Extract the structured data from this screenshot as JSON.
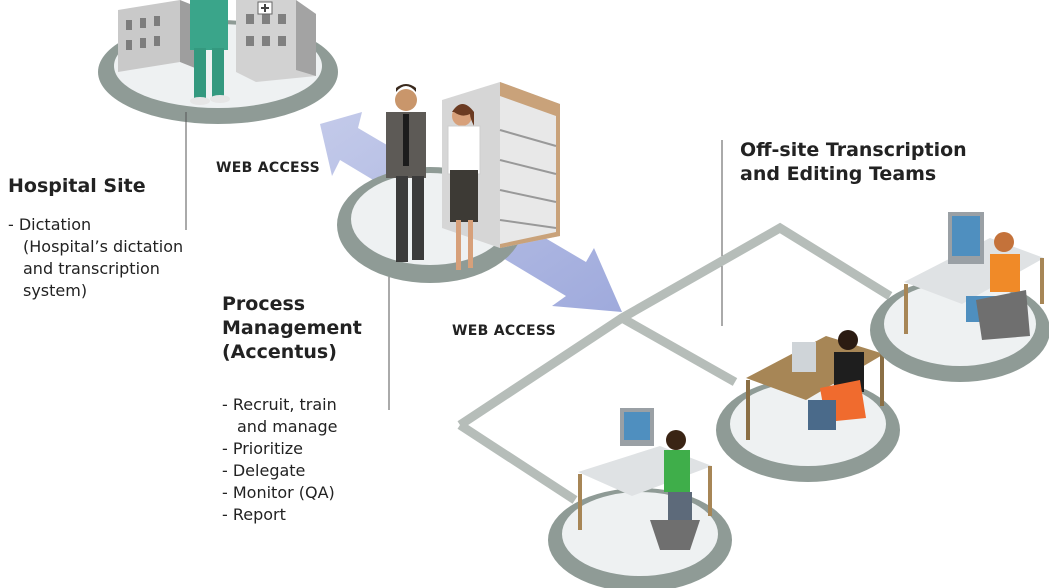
{
  "hospital": {
    "heading": "Hospital Site",
    "items": [
      {
        "first": "- Dictation",
        "rest": [
          "(Hospital’s dictation",
          "and transcription",
          "system)"
        ]
      }
    ]
  },
  "process": {
    "heading_lines": [
      "Process",
      "Management",
      "(Accentus)"
    ],
    "items": [
      {
        "first": "- Recruit, train",
        "rest": [
          "and manage"
        ]
      },
      {
        "first": "- Prioritize",
        "rest": []
      },
      {
        "first": "- Delegate",
        "rest": []
      },
      {
        "first": "- Monitor (QA)",
        "rest": []
      },
      {
        "first": "- Report",
        "rest": []
      }
    ]
  },
  "offsite": {
    "heading_lines": [
      "Off-site Transcription",
      "and Editing Teams"
    ]
  },
  "web_access": {
    "top": "WEB ACCESS",
    "bottom": "WEB ACCESS"
  },
  "colors": {
    "ring": "#8f9b96",
    "platform": "#eef1f2",
    "arrow": "#a9b3df",
    "path": "#b6bdb9",
    "desk": "#a78656"
  }
}
